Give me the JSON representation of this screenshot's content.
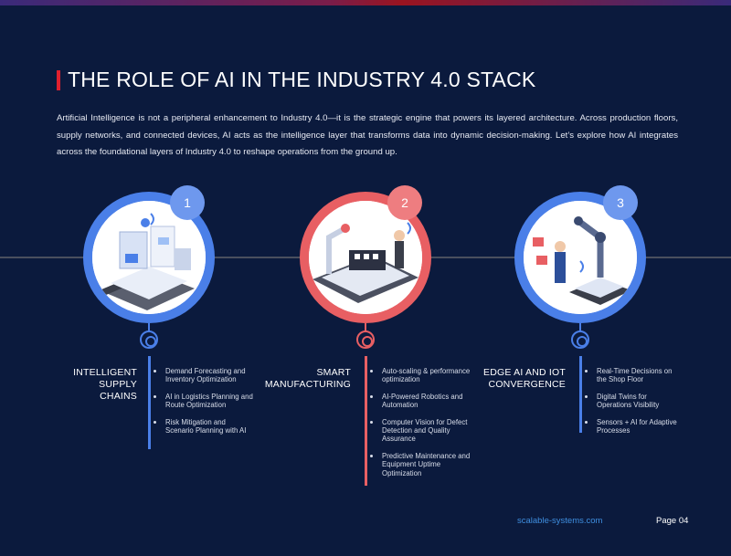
{
  "header": {
    "title": "THE ROLE OF AI IN THE INDUSTRY 4.0 STACK",
    "intro": "Artificial Intelligence is not a peripheral enhancement to Industry 4.0—it is the strategic engine that powers its layered architecture. Across production floors, supply networks, and connected devices, AI acts as the intelligence layer that transforms data into dynamic decision-making. Let’s explore how AI integrates across the foundational layers of Industry 4.0 to reshape operations from the ground up."
  },
  "colors": {
    "background": "#0b1a3d",
    "accent_red": "#e0202e",
    "blue": "#4a7fe8",
    "coral": "#e85f63",
    "url_blue": "#3f8fe0"
  },
  "columns": [
    {
      "number": "1",
      "title_line1": "INTELLIGENT",
      "title_line2": "SUPPLY",
      "title_line3": "CHAINS",
      "illustration": "conveyor-robot-arms",
      "items": [
        "Demand Forecasting and Inventory Optimization",
        "AI in Logistics Planning and Route Optimization",
        "Risk Mitigation and Scenario Planning with AI"
      ]
    },
    {
      "number": "2",
      "title_line1": "SMART",
      "title_line2": "MANUFACTURING",
      "illustration": "assembly-line-robot",
      "items": [
        "Auto-scaling & performance optimization",
        "AI-Powered Robotics and Automation",
        "Computer Vision for Defect Detection and Quality Assurance",
        "Predictive Maintenance and Equipment Uptime Optimization"
      ]
    },
    {
      "number": "3",
      "title_line1": "EDGE AI AND IOT",
      "title_line2": "CONVERGENCE",
      "illustration": "engineer-robotic-arm",
      "items": [
        "Real-Time Decisions on the Shop Floor",
        "Digital Twins for Operations Visibility",
        "Sensors + AI for Adaptive Processes"
      ]
    }
  ],
  "footer": {
    "url": "scalable-systems.com",
    "page": "Page 04"
  }
}
